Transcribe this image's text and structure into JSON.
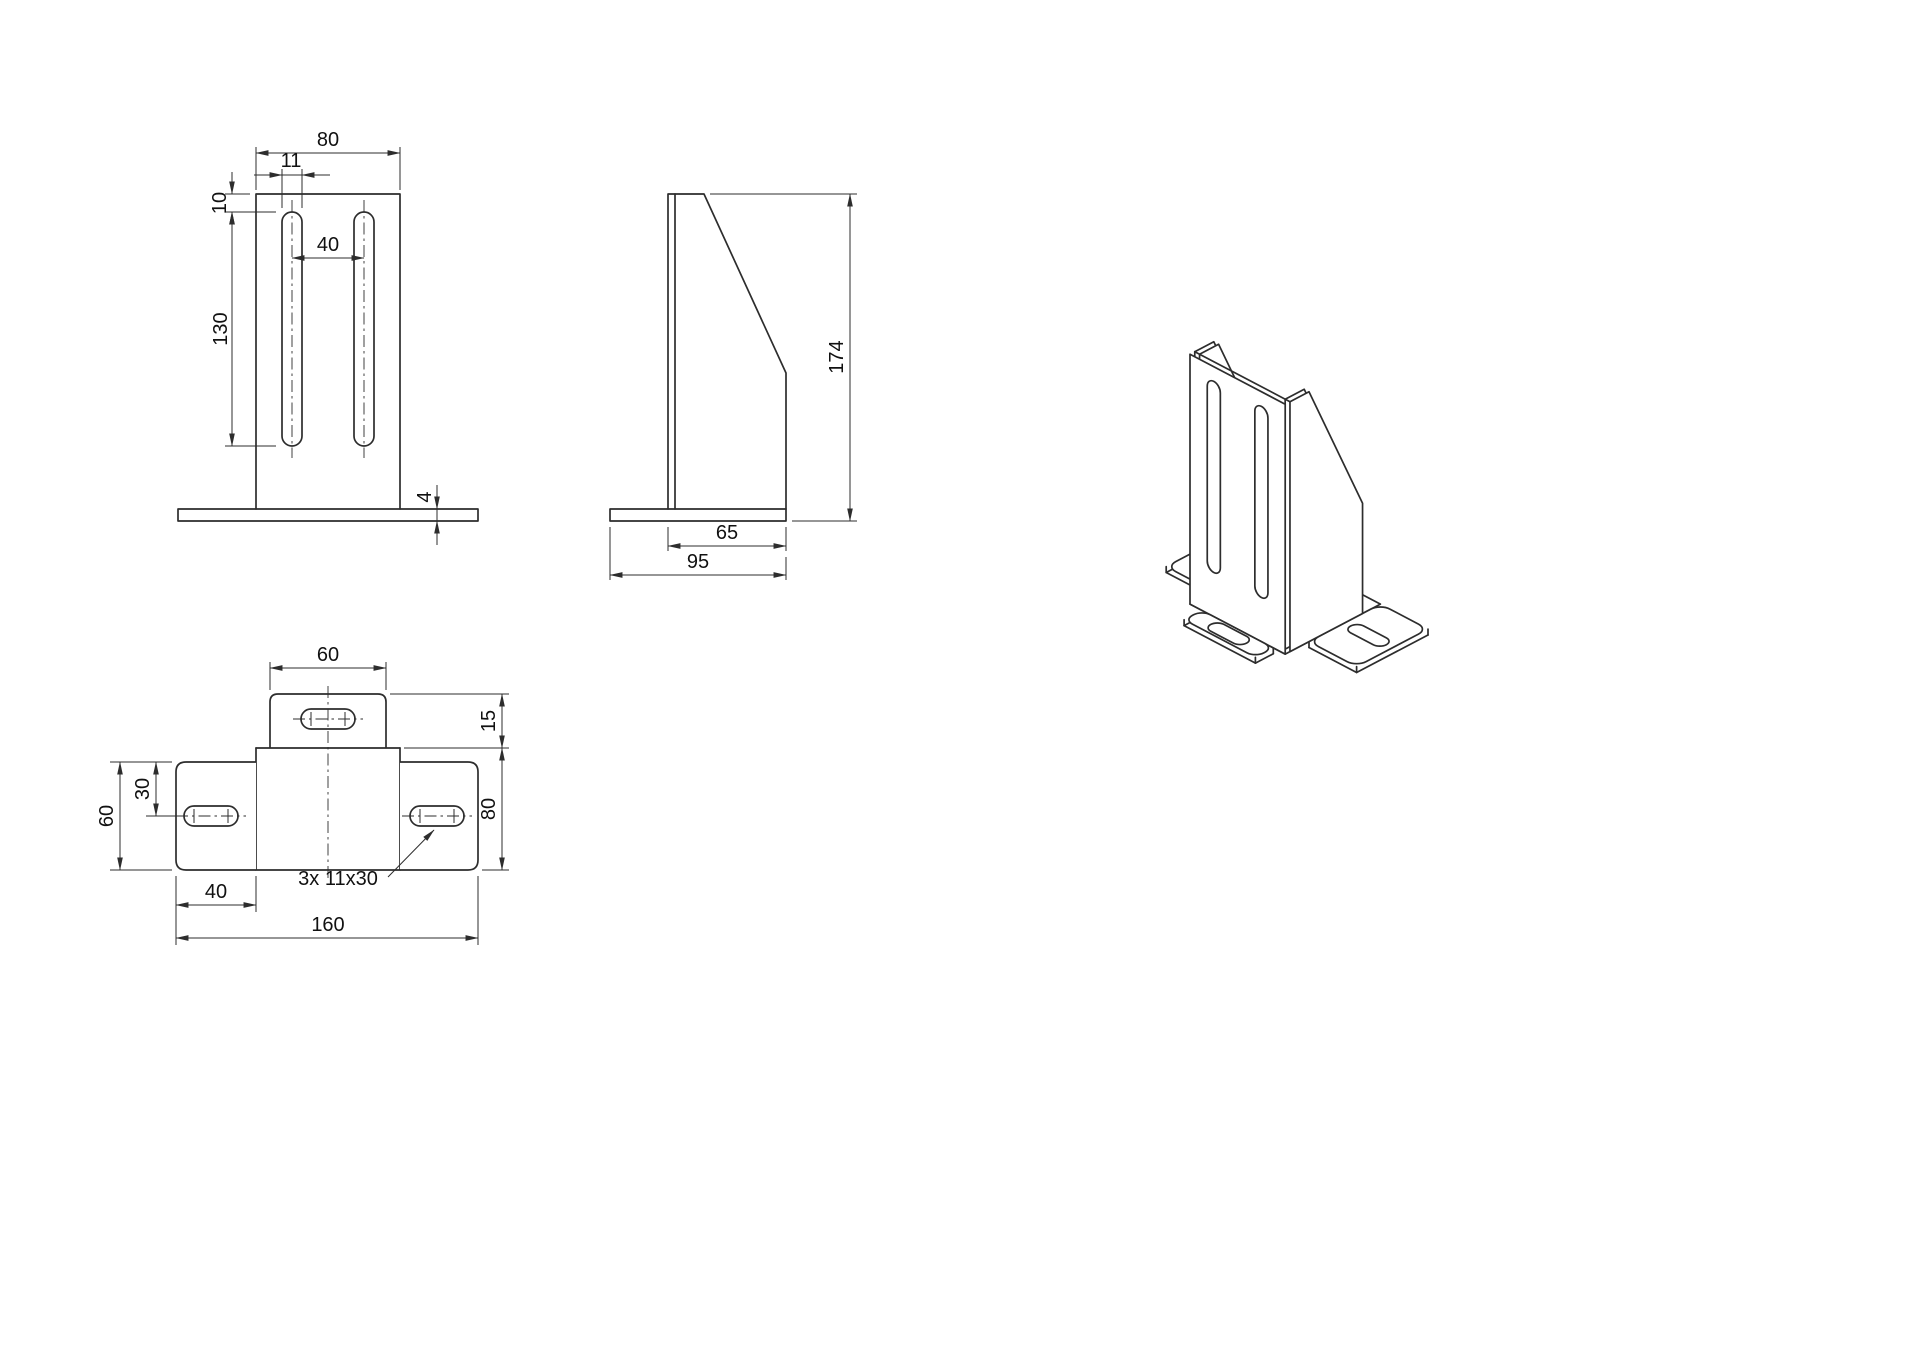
{
  "drawing": {
    "front_view": {
      "plate_width": "80",
      "slot_width": "11",
      "slot_top_offset": "10",
      "slot_center_spacing": "40",
      "slot_length": "130",
      "sheet_thickness": "4"
    },
    "side_view": {
      "overall_height": "174",
      "gusset_depth": "65",
      "base_depth": "95"
    },
    "top_view": {
      "front_tab_width": "60",
      "front_tab_depth": "15",
      "slot_offset": "30",
      "side_tab_depth": "60",
      "base_section_depth": "80",
      "side_tab_width": "40",
      "overall_width": "160",
      "slot_callout": "3x 11x30"
    }
  }
}
